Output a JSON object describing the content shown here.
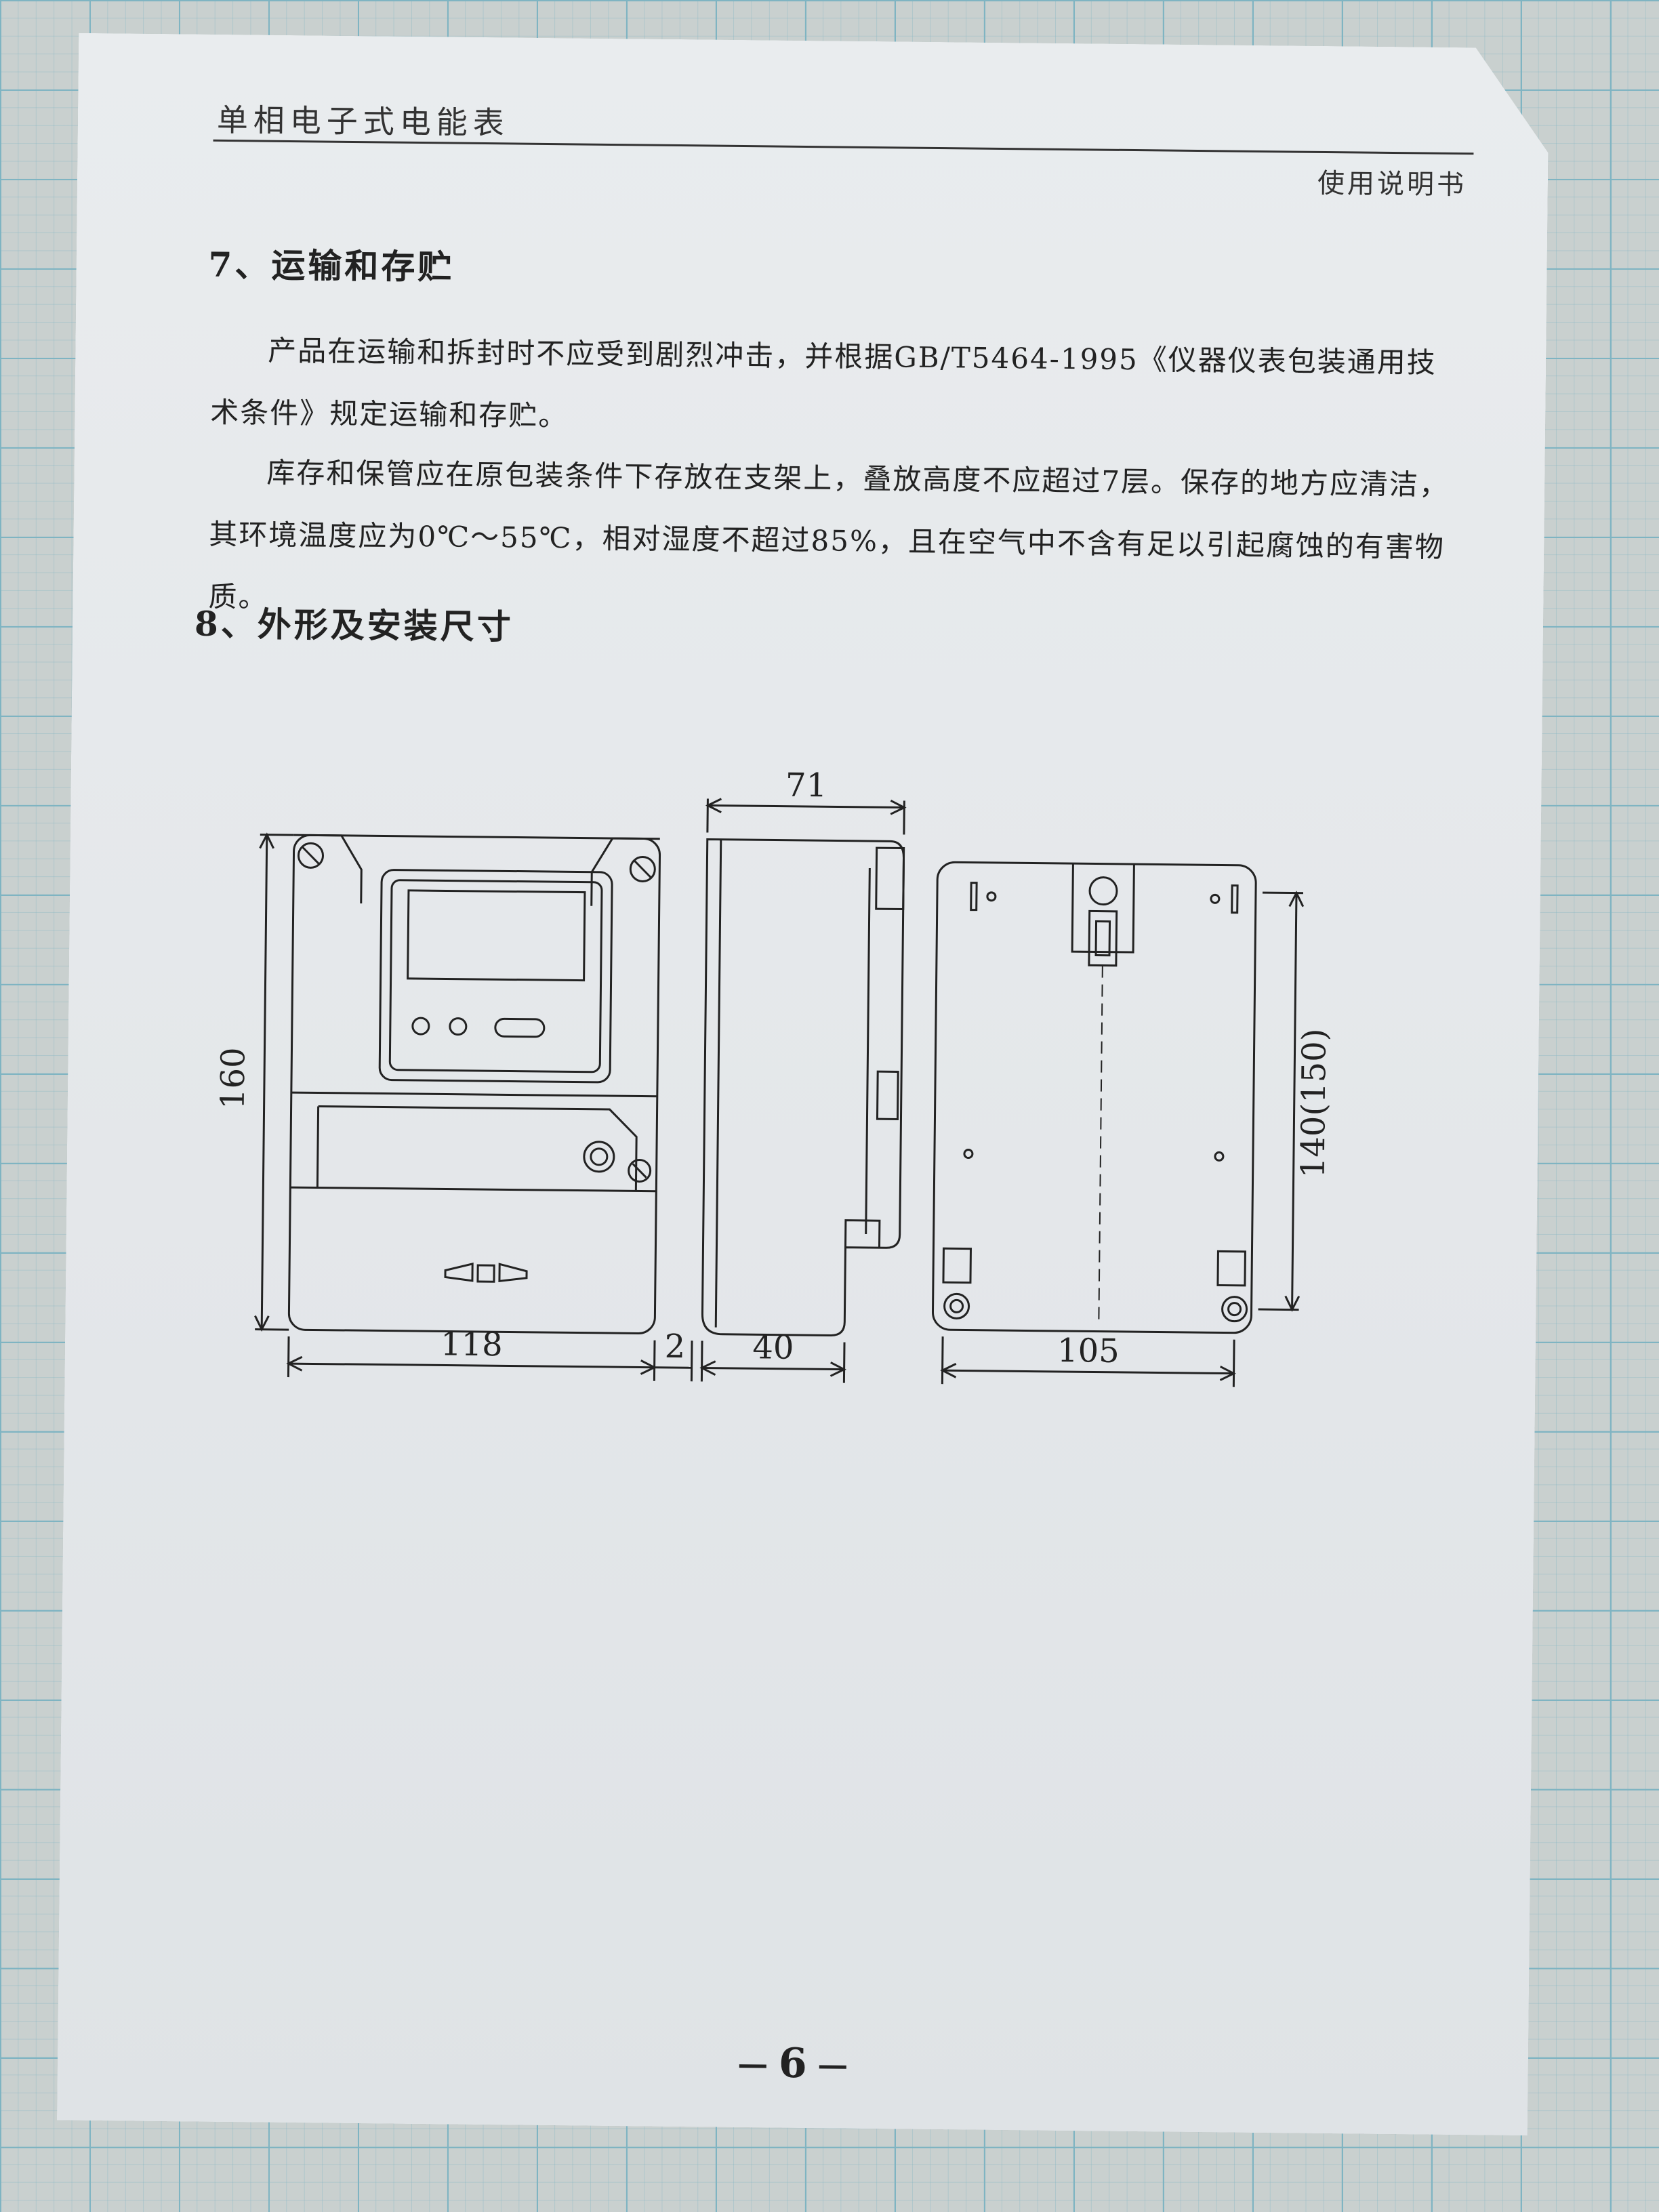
{
  "header": {
    "left_title": "单相电子式电能表",
    "right_title": "使用说明书"
  },
  "section7": {
    "title": "7、运输和存贮",
    "paragraphs": [
      "产品在运输和拆封时不应受到剧烈冲击，并根据GB/T5464-1995《仪器仪表包装通用技术条件》规定运输和存贮。",
      "库存和保管应在原包装条件下存放在支架上，叠放高度不应超过7层。保存的地方应清洁，其环境温度应为0℃～55℃，相对湿度不超过85%，且在空气中不含有足以引起腐蚀的有害物质。"
    ]
  },
  "section8": {
    "title": "8、外形及安装尺寸"
  },
  "drawing": {
    "dimensions": {
      "front_height": "160",
      "front_width": "118",
      "gap": "2",
      "side_depth_top": "71",
      "side_depth_bottom": "40",
      "back_width": "105",
      "back_mount_height": "140(150)"
    }
  },
  "footer": {
    "page_number": "6"
  }
}
